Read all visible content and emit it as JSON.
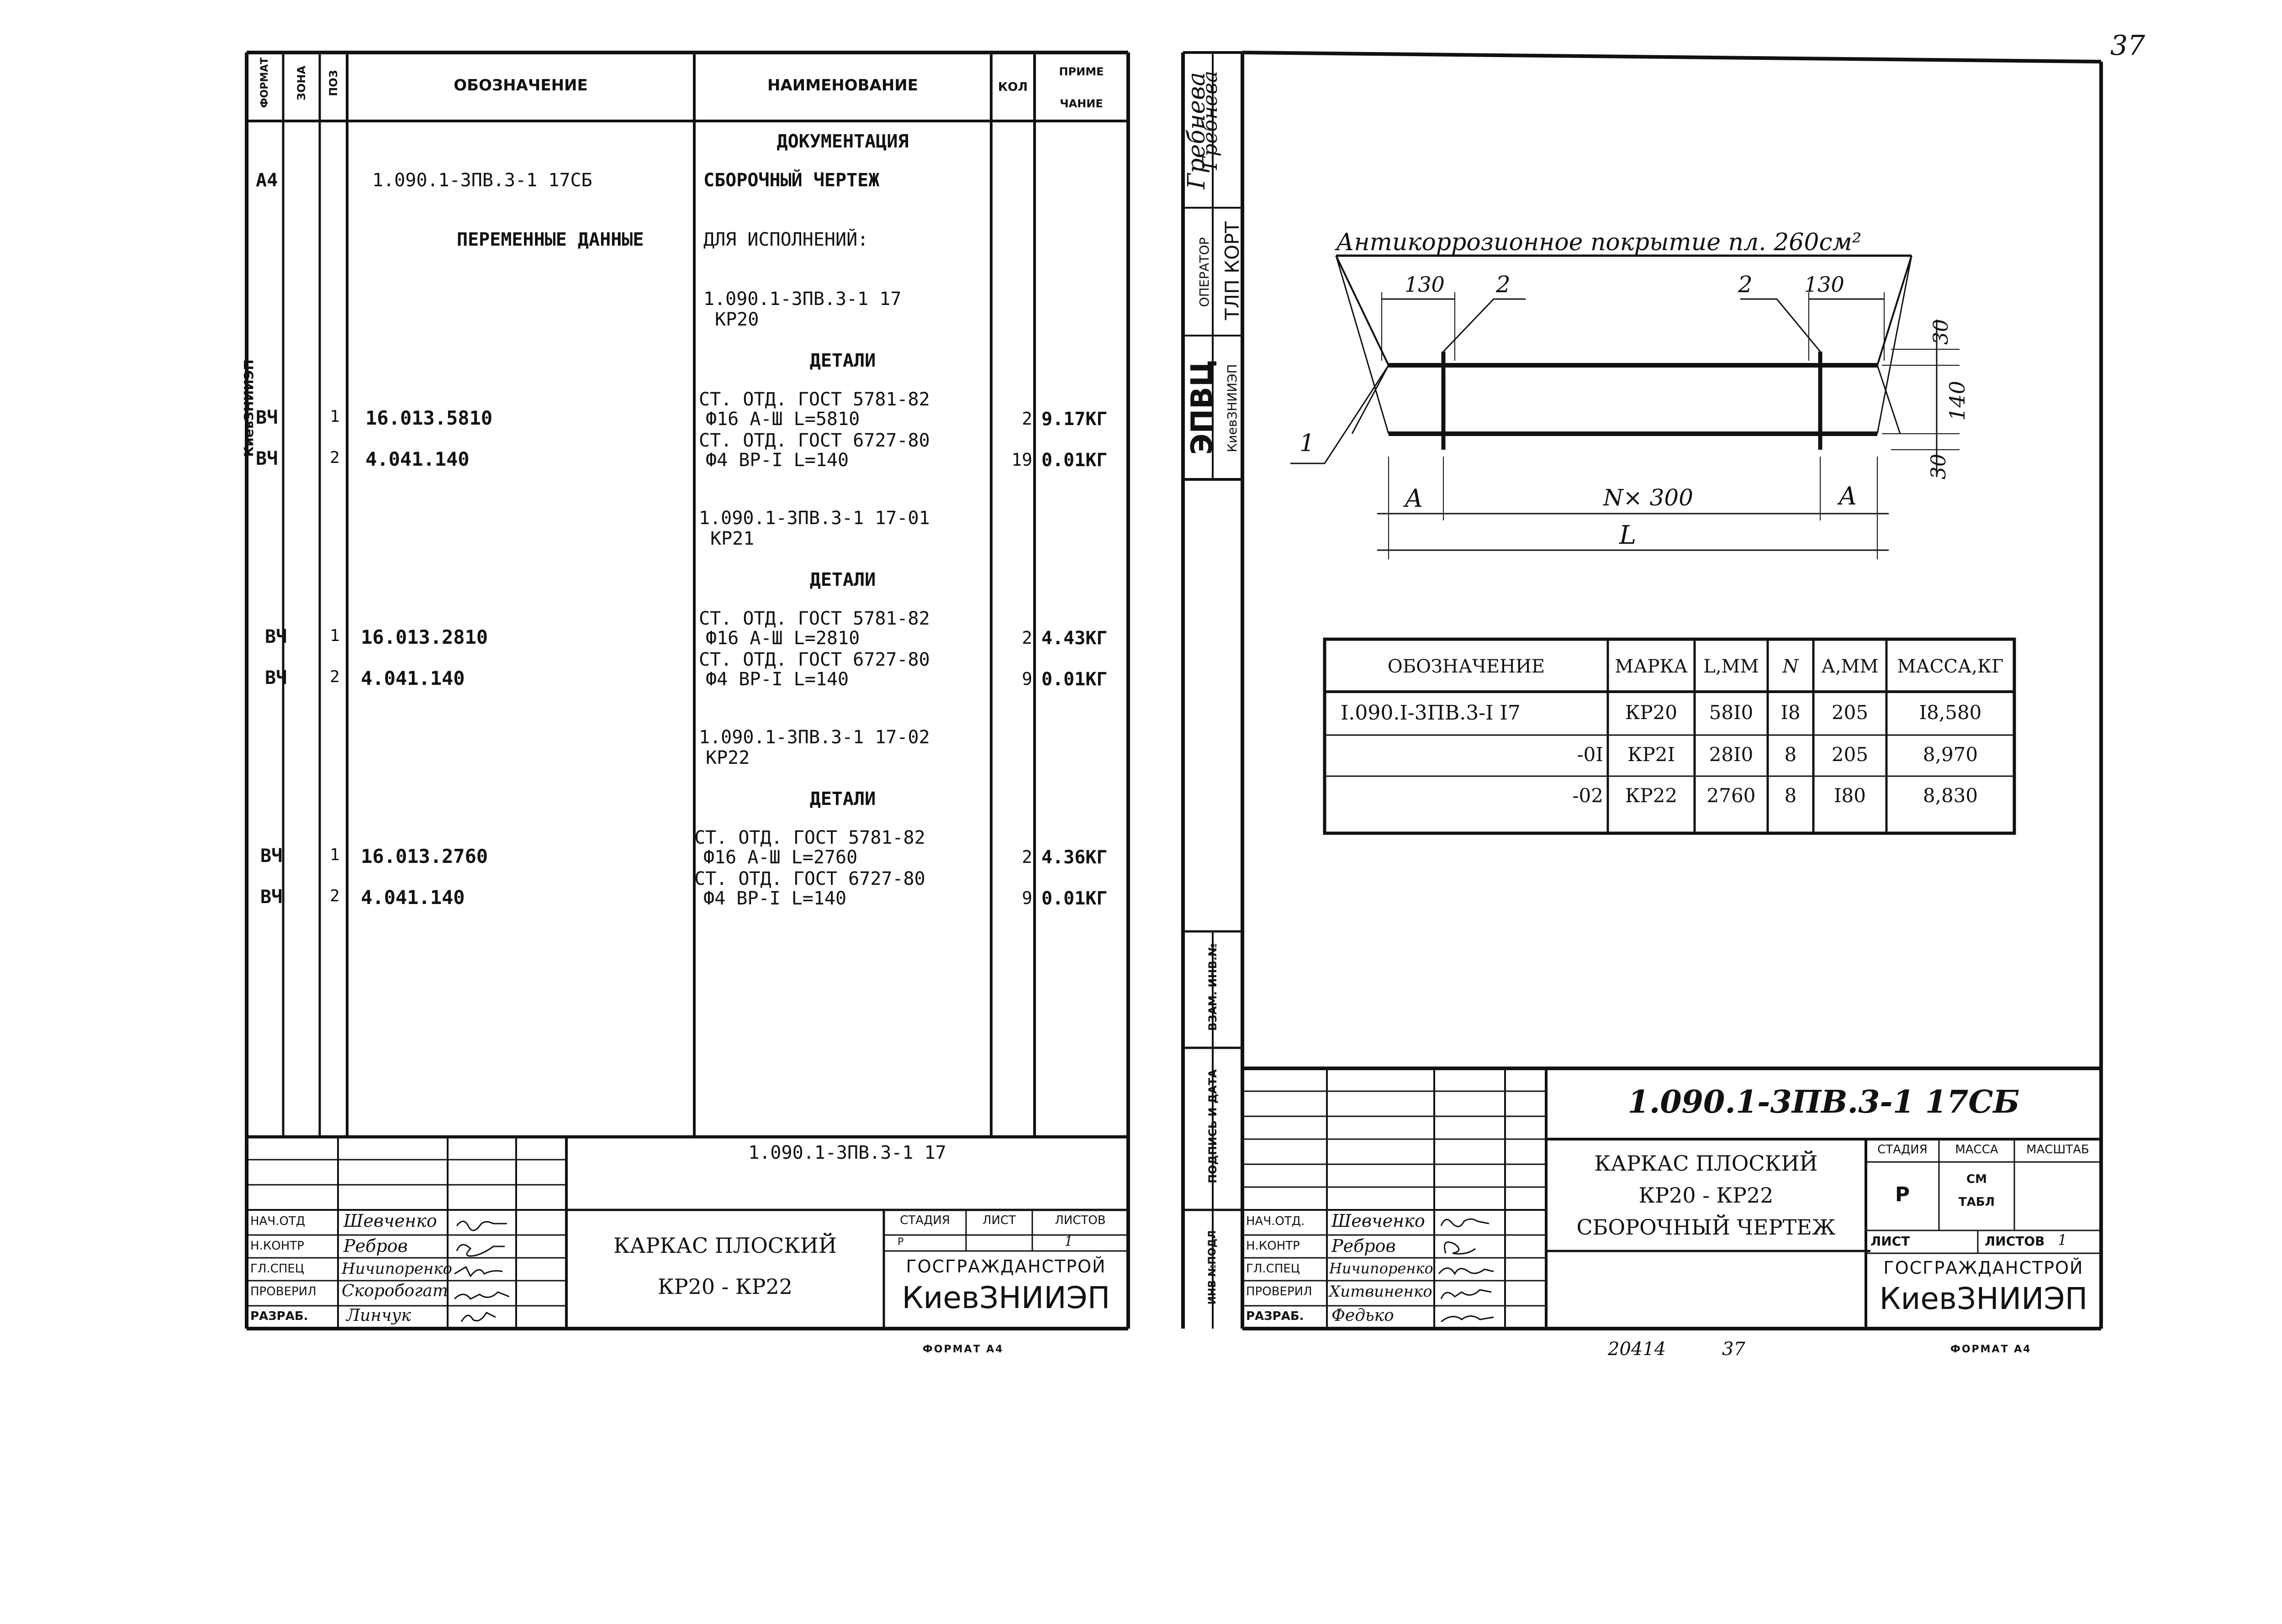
{
  "sheet_page_number": "37",
  "left_sheet": {
    "headers": {
      "format": "ФОРМАТ",
      "zone": "ЗОНА",
      "pos": "ПОЗ",
      "designation": "ОБОЗНАЧЕНИЕ",
      "name": "НАИМЕНОВАНИЕ",
      "qty": "КОЛ",
      "note_1": "ПРИМЕ",
      "note_2": "ЧАНИЕ"
    },
    "side_stamp": "КиевЗНИИЭП",
    "rows": {
      "documentation": "ДОКУМЕНТАЦИЯ",
      "a4": "А4",
      "doc_code": "1.090.1-3ПВ.3-1 17СБ",
      "assembly_drawing": "СБОРОЧНЫЙ ЧЕРТЕЖ",
      "variable_data": "ПЕРЕМЕННЫЕ ДАННЫЕ",
      "for_versions": "ДЛЯ ИСПОЛНЕНИЙ:",
      "details": "ДЕТАЛИ",
      "group1": {
        "code": "1.090.1-3ПВ.3-1 17",
        "mark": "КР20",
        "r1_fmt": "ВЧ",
        "r1_pos": "1",
        "r1_des": "16.013.5810",
        "r1_name_1": "СТ. ОТД. ГОСТ 5781-82",
        "r1_name_2": "Ф16 А-Ш L=5810",
        "r1_qty": "2",
        "r1_note": "9.17КГ",
        "r2_fmt": "ВЧ",
        "r2_pos": "2",
        "r2_des": "4.041.140",
        "r2_name_1": "СТ. ОТД. ГОСТ 6727-80",
        "r2_name_2": "Ф4 ВР-I L=140",
        "r2_qty": "19",
        "r2_note": "0.01КГ"
      },
      "group2": {
        "code": "1.090.1-3ПВ.3-1 17-01",
        "mark": "КР21",
        "r1_fmt": "ВЧ",
        "r1_pos": "1",
        "r1_des": "16.013.2810",
        "r1_name_1": "СТ. ОТД. ГОСТ 5781-82",
        "r1_name_2": "Ф16 А-Ш L=2810",
        "r1_qty": "2",
        "r1_note": "4.43КГ",
        "r2_fmt": "ВЧ",
        "r2_pos": "2",
        "r2_des": "4.041.140",
        "r2_name_1": "СТ. ОТД. ГОСТ 6727-80",
        "r2_name_2": "Ф4 ВР-I L=140",
        "r2_qty": "9",
        "r2_note": "0.01КГ"
      },
      "group3": {
        "code": "1.090.1-3ПВ.3-1 17-02",
        "mark": "КР22",
        "r1_fmt": "ВЧ",
        "r1_pos": "1",
        "r1_des": "16.013.2760",
        "r1_name_1": "СТ. ОТД. ГОСТ 5781-82",
        "r1_name_2": "Ф16 А-Ш L=2760",
        "r1_qty": "2",
        "r1_note": "4.36КГ",
        "r2_fmt": "ВЧ",
        "r2_pos": "2",
        "r2_des": "4.041.140",
        "r2_name_1": "СТ. ОТД. ГОСТ 6727-80",
        "r2_name_2": "Ф4 ВР-I L=140",
        "r2_qty": "9",
        "r2_note": "0.01КГ"
      }
    },
    "title_block": {
      "code": "1.090.1-3ПВ.3-1 17",
      "title_1": "КАРКАС ПЛОСКИЙ",
      "title_2": "КР20 - КР22",
      "stage_label": "СТАДИЯ",
      "sheet_label": "ЛИСТ",
      "sheets_label": "ЛИСТОВ",
      "stage": "Р",
      "sheets": "1",
      "org_1": "ГОСГРАЖДАНСТРОЙ",
      "org_2": "КиевЗНИИЭП",
      "roles": [
        "НАЧ.ОТД",
        "Н.КОНТР",
        "ГЛ.СПЕЦ",
        "ПРОВЕРИЛ",
        "РАЗРАБ."
      ],
      "names": [
        "Шевченко",
        "Ребров",
        "Ничипоренко",
        "Скоробогат",
        "Линчук"
      ]
    },
    "format": "ФОРМАТ А4"
  },
  "right_sheet": {
    "side": {
      "author": "Гребнева",
      "operator": "ОПЕРАТОР",
      "tlp": "ТЛП КОРТ",
      "epvc": "ЭПВЦ",
      "kiev": "КиевЗНИИЭП",
      "vzam": "ВЗАМ. ИНВ.№",
      "podpis": "ПОДПИСЬ И ДАТА",
      "inv": "ИНВ №ПОДЛ"
    },
    "drawing": {
      "coating_note": "Антикоррозионное покрытие пл. 260см²",
      "dim_130_left": "130",
      "dim_130_right": "130",
      "pos_2_left": "2",
      "pos_2_right": "2",
      "pos_1": "1",
      "dim_30_top": "30",
      "dim_140": "140",
      "dim_30_bottom": "30",
      "dim_a_left": "А",
      "dim_n300": "N× 300",
      "dim_a_right": "А",
      "dim_l": "L"
    },
    "table": {
      "headers": [
        "ОБОЗНАЧЕНИЕ",
        "МАРКА",
        "L,ММ",
        "N",
        "А,ММ",
        "МАССА,КГ"
      ],
      "rows": [
        [
          "I.090.I-3ПВ.3-I I7",
          "КР20",
          "58I0",
          "I8",
          "205",
          "I8,580"
        ],
        [
          "-0I",
          "КР2I",
          "28I0",
          "8",
          "205",
          "8,970"
        ],
        [
          "-02",
          "КР22",
          "2760",
          "8",
          "I80",
          "8,830"
        ]
      ]
    },
    "title_block": {
      "code": "1.090.1-3ПВ.3-1   17СБ",
      "title_1": "КАРКАС ПЛОСКИЙ",
      "title_2": "КР20 - КР22",
      "title_3": "СБОРОЧНЫЙ ЧЕРТЕЖ",
      "stage_label": "СТАДИЯ",
      "mass_label": "МАССА",
      "scale_label": "МАСШТАБ",
      "stage": "Р",
      "mass_1": "СМ",
      "mass_2": "ТАБЛ",
      "sheet_label": "ЛИСТ",
      "sheets_label": "ЛИСТОВ",
      "sheets": "1",
      "org_1": "ГОСГРАЖДАНСТРОЙ",
      "org_2": "КиевЗНИИЭП",
      "roles": [
        "НАЧ.ОТД.",
        "Н.КОНТР",
        "ГЛ.СПЕЦ",
        "ПРОВЕРИЛ",
        "РАЗРАБ."
      ],
      "names": [
        "Шевченко",
        "Ребров",
        "Ничипоренко",
        "Хитвиненко",
        "Федько"
      ]
    },
    "footer_num_1": "20414",
    "footer_num_2": "37",
    "format": "ФОРМАТ А4"
  }
}
